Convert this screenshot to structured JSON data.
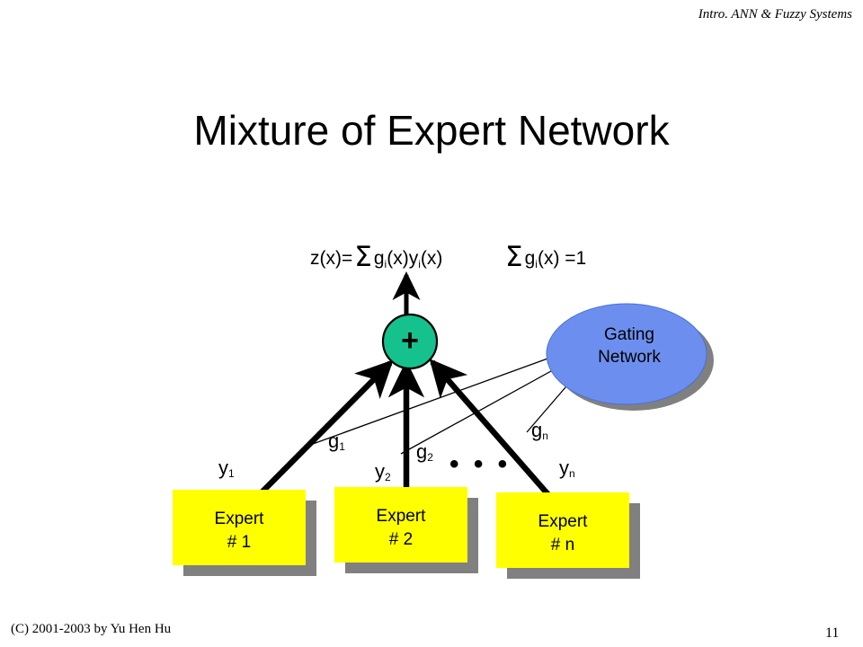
{
  "header": {
    "course": "Intro. ANN & Fuzzy Systems"
  },
  "slide": {
    "title": "Mixture of Expert Network"
  },
  "equation": {
    "lhs_prefix": "z(x)=",
    "sigma": "Σ",
    "lhs_body_a": "g",
    "lhs_sub_a": "i",
    "lhs_body_b": "(x)y",
    "lhs_sub_b": "i",
    "lhs_body_c": "(x)",
    "rhs_body_a": "g",
    "rhs_sub_a": "i",
    "rhs_body_b": "(x) =1"
  },
  "diagram": {
    "sum_node": {
      "symbol": "+",
      "fill": "#15c28e",
      "stroke": "#000000"
    },
    "gating_node": {
      "line1": "Gating",
      "line2": "Network",
      "fill": "#6c8fef",
      "shadow": "#808080"
    },
    "experts": [
      {
        "line1": "Expert",
        "line2": "# 1",
        "fill": "#ffff00",
        "shadow": "#808080"
      },
      {
        "line1": "Expert",
        "line2": "# 2",
        "fill": "#ffff00",
        "shadow": "#808080"
      },
      {
        "line1": "Expert",
        "line2": "# n",
        "fill": "#ffff00",
        "shadow": "#808080"
      }
    ],
    "output_labels": [
      {
        "base": "y",
        "sub": "1"
      },
      {
        "base": "y",
        "sub": "2"
      },
      {
        "base": "y",
        "sub": "n"
      }
    ],
    "gate_labels": [
      {
        "base": "g",
        "sub": "1"
      },
      {
        "base": "g",
        "sub": "2"
      },
      {
        "base": "g",
        "sub": "n"
      }
    ],
    "ellipsis": "• • •"
  },
  "footer": {
    "copyright": "(C) 2001-2003  by Yu Hen Hu",
    "page_number": "11"
  }
}
